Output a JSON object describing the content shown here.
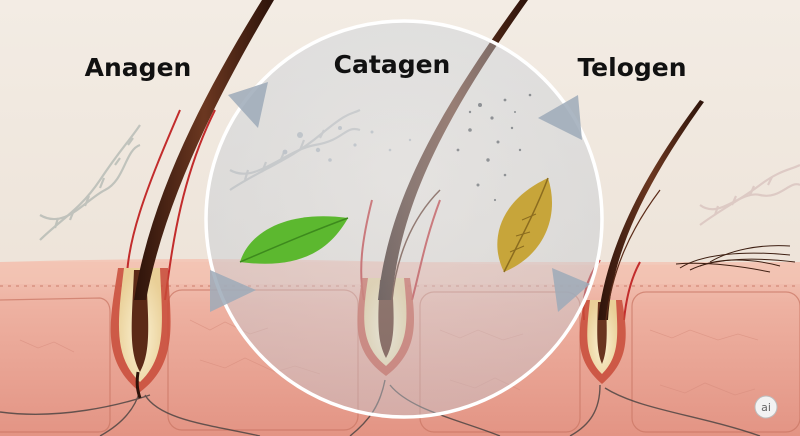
{
  "phases": [
    {
      "label": "Anagen"
    },
    {
      "label": "Catagen"
    },
    {
      "label": "Telogen"
    }
  ],
  "badge": {
    "label": "ai"
  },
  "colors": {
    "background": "#efe6dc",
    "skin": "#e9a494",
    "skin_top": "#f1c4b5",
    "hair": "#4a2416",
    "vessel": "#c52d2d",
    "follicle": "#f3e3b8",
    "ring": "#ffffff",
    "green_leaf": "#58b62e",
    "dry_leaf": "#c4a436"
  }
}
